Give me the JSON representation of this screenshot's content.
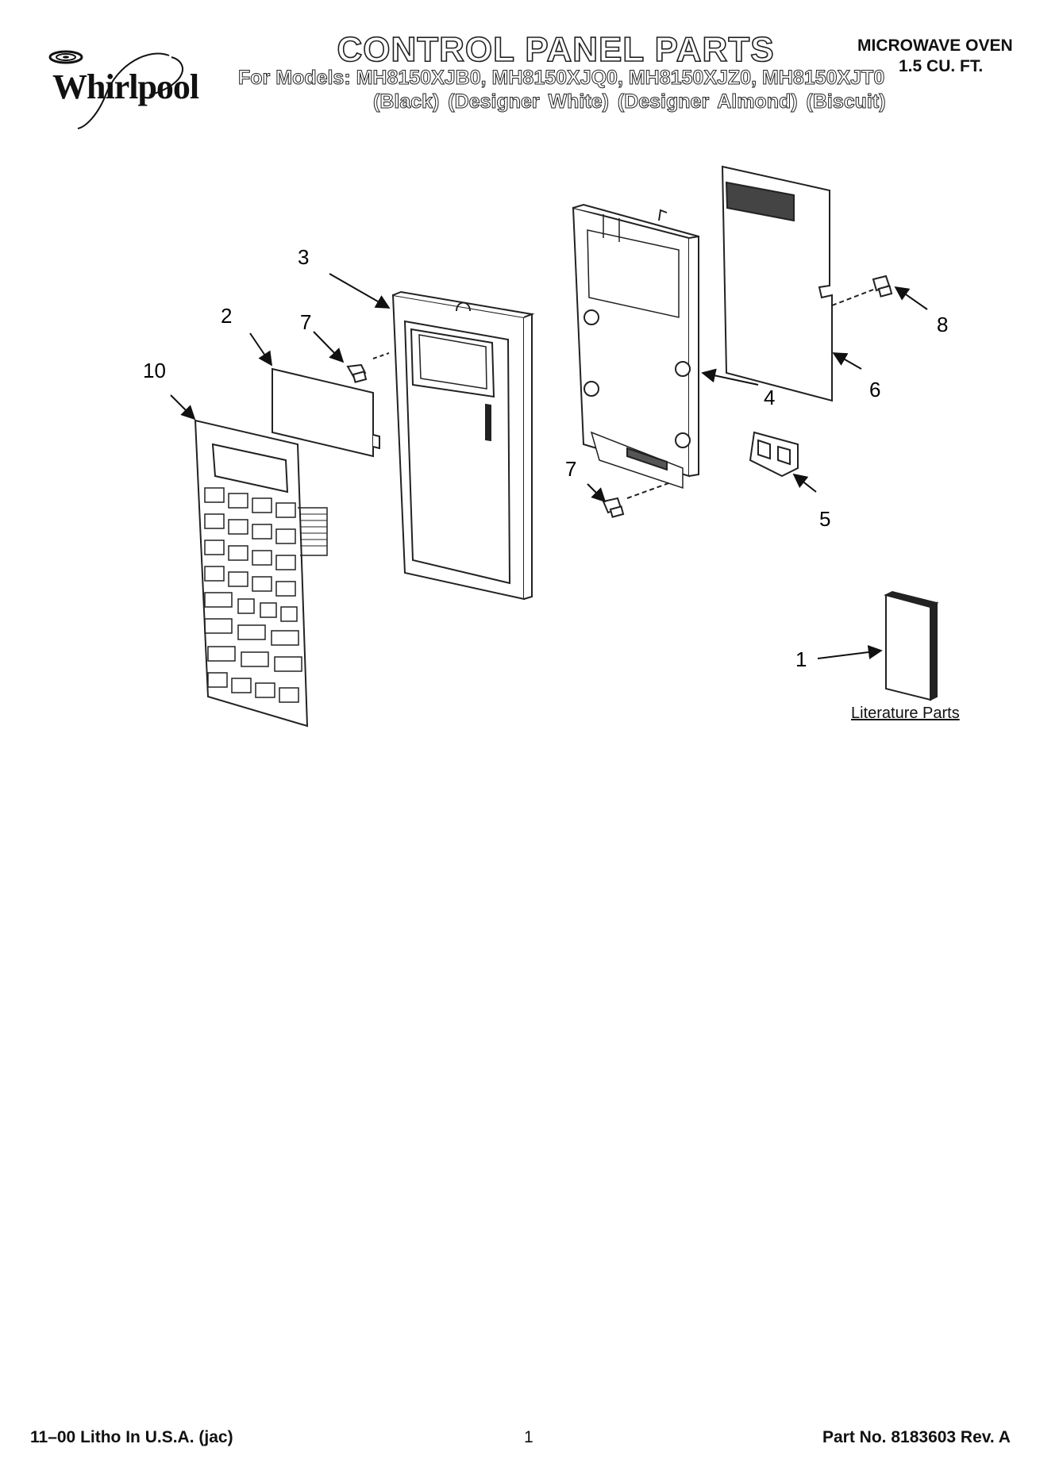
{
  "header": {
    "brand": "Whirlpool",
    "title": "CONTROL PANEL PARTS",
    "models_line": "For Models: MH8150XJB0, MH8150XJQ0, MH8150XJZ0, MH8150XJT0",
    "colors_line": "(Black)     (Designer White) (Designer Almond) (Biscuit)",
    "product_line1": "MICROWAVE OVEN",
    "product_line2": "1.5 CU. FT."
  },
  "callouts": {
    "c1": "1",
    "c2": "2",
    "c3": "3",
    "c4": "4",
    "c5": "5",
    "c6": "6",
    "c7a": "7",
    "c7b": "7",
    "c8": "8",
    "c10": "10"
  },
  "literature_label": "Literature Parts",
  "footer": {
    "left": "11–00 Litho In U.S.A. (jac)",
    "page": "1",
    "right": "Part No. 8183603 Rev. A"
  }
}
